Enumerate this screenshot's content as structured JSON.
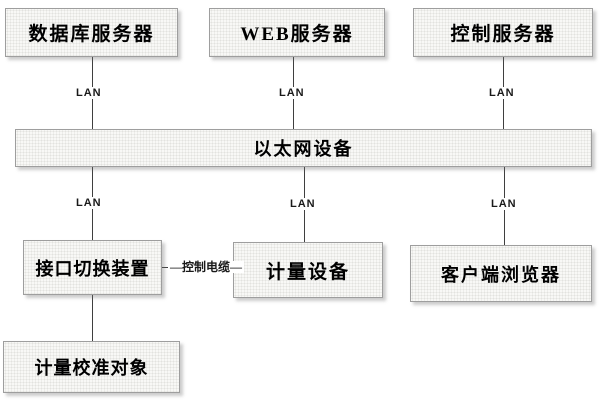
{
  "diagram": {
    "type": "network-block-diagram",
    "nodes": {
      "database_server": "数据库服务器",
      "web_server": "WEB服务器",
      "control_server": "控制服务器",
      "ethernet_device": "以太网设备",
      "interface_switch": "接口切换装置",
      "metering_device": "计量设备",
      "client_browser": "客户端浏览器",
      "calibration_object": "计量校准对象"
    },
    "edge_labels": {
      "lan": "LAN",
      "control_cable": "控制电缆"
    },
    "edges": [
      {
        "from": "database_server",
        "to": "ethernet_device",
        "label": "LAN"
      },
      {
        "from": "web_server",
        "to": "ethernet_device",
        "label": "LAN"
      },
      {
        "from": "control_server",
        "to": "ethernet_device",
        "label": "LAN"
      },
      {
        "from": "ethernet_device",
        "to": "interface_switch",
        "label": "LAN"
      },
      {
        "from": "ethernet_device",
        "to": "metering_device",
        "label": "LAN"
      },
      {
        "from": "ethernet_device",
        "to": "client_browser",
        "label": "LAN"
      },
      {
        "from": "interface_switch",
        "to": "metering_device",
        "label": "控制电缆"
      },
      {
        "from": "interface_switch",
        "to": "calibration_object",
        "label": ""
      }
    ],
    "colors": {
      "background": "#ffffff",
      "box_fill": "#f8f8f6",
      "box_border": "#9e9e9e",
      "line": "#3f3f3f",
      "text": "#000000"
    }
  }
}
